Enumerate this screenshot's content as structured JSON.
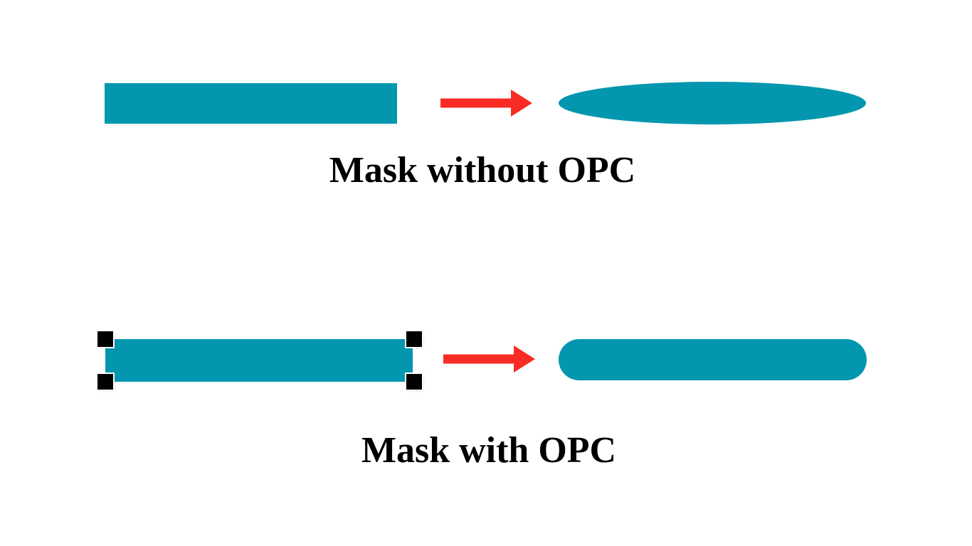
{
  "colors": {
    "background": "#ffffff",
    "shape-teal": "#0396af",
    "arrow-red": "#f92c25",
    "opc-black": "#000000",
    "text": "#000000"
  },
  "diagram": {
    "rows": [
      {
        "caption": "Mask without OPC",
        "mask_shape": "rectangle",
        "arrow_icon": "right-arrow",
        "result_shape": "ellipse"
      },
      {
        "caption": "Mask with OPC",
        "mask_shape": "rectangle-with-corner-serifs",
        "arrow_icon": "right-arrow",
        "result_shape": "rounded-capsule"
      }
    ]
  }
}
